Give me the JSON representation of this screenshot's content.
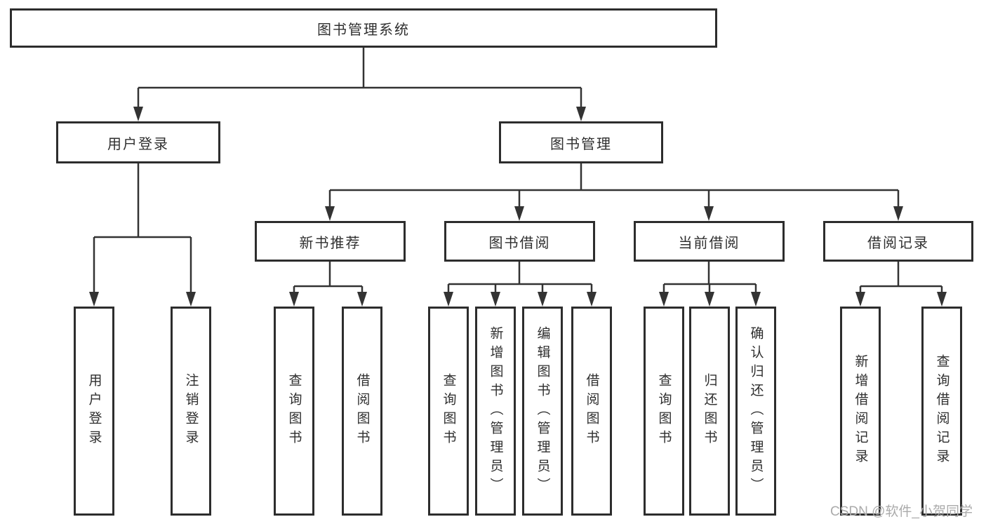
{
  "diagram": {
    "root": {
      "label": "图书管理系统"
    },
    "level2": [
      {
        "label": "用户登录"
      },
      {
        "label": "图书管理"
      }
    ],
    "level3": [
      {
        "label": "新书推荐"
      },
      {
        "label": "图书借阅"
      },
      {
        "label": "当前借阅"
      },
      {
        "label": "借阅记录"
      }
    ],
    "leaves": {
      "user_login": [
        {
          "label": "用户登录"
        },
        {
          "label": "注销登录"
        }
      ],
      "new_book": [
        {
          "label": "查询图书"
        },
        {
          "label": "借阅图书"
        }
      ],
      "book_borrow": [
        {
          "label": "查询图书"
        },
        {
          "label": "新增图书（管理员）"
        },
        {
          "label": "编辑图书（管理员）"
        },
        {
          "label": "借阅图书"
        }
      ],
      "current_borrow": [
        {
          "label": "查询图书"
        },
        {
          "label": "归还图书"
        },
        {
          "label": "确认归还（管理员）"
        }
      ],
      "borrow_records": [
        {
          "label": "新增借阅记录"
        },
        {
          "label": "查询借阅记录"
        }
      ]
    }
  },
  "watermark": "CSDN @软件_小贺同学",
  "colors": {
    "line": "#333333",
    "box_border": "#2d2d2d",
    "text": "#2f2f2f",
    "watermark": "#ababab",
    "background": "#ffffff"
  }
}
